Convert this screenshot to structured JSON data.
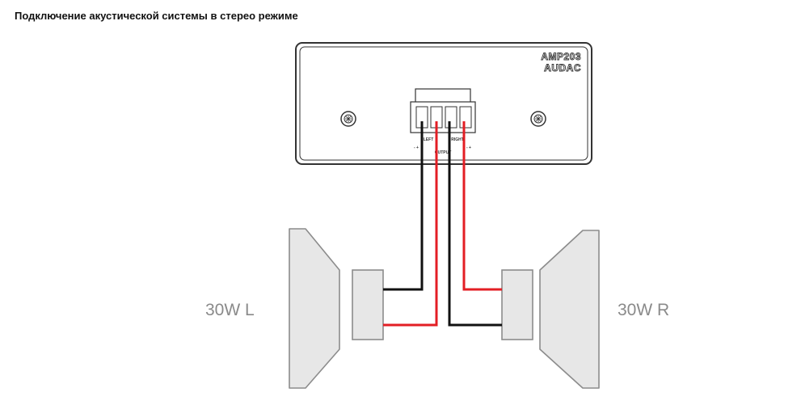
{
  "title": "Подключение акустической системы в стерео режиме",
  "amplifier": {
    "model": "AMP203",
    "brand": "AUDAC",
    "terminal_labels": {
      "left": "LEFT",
      "right": "RIGHT",
      "left_sign": "-  +",
      "right_sign": "-  +",
      "center": "OUTPUT"
    }
  },
  "speakers": {
    "left_label": "30W L",
    "right_label": "30W R"
  },
  "colors": {
    "positive_wire": "#e31e24",
    "negative_wire": "#111111",
    "speaker_fill": "#e7e7e7",
    "speaker_stroke": "#8c8c8c",
    "label": "#8a8a8a"
  }
}
